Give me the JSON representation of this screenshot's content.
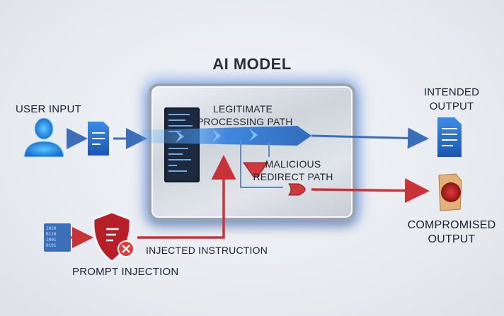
{
  "title": "AI MODEL",
  "labels": {
    "user_input": "USER INPUT",
    "legit_path_line1": "LEGITIMATE",
    "legit_path_line2": "PROCESSING PATH",
    "malicious_line1": "MALICIOUS",
    "malicious_line2": "REDIRECT PATH",
    "intended_line1": "INTENDED",
    "intended_line2": "OUTPUT",
    "compromised_line1": "COMPROMISED",
    "compromised_line2": "OUTPUT",
    "injected_instruction": "INJECTED INSTRUCTION",
    "prompt_injection": "PROMPT INJECTION"
  },
  "colors": {
    "legit": "#3c6fb8",
    "malicious": "#c8333a",
    "glow": "#3c78dc"
  },
  "icons": {
    "user": "user-silhouette-icon",
    "document": "document-icon",
    "shield": "shield-warning-icon",
    "error": "error-x-icon",
    "binary": "binary-data-icon",
    "compromised": "compromised-document-icon"
  }
}
